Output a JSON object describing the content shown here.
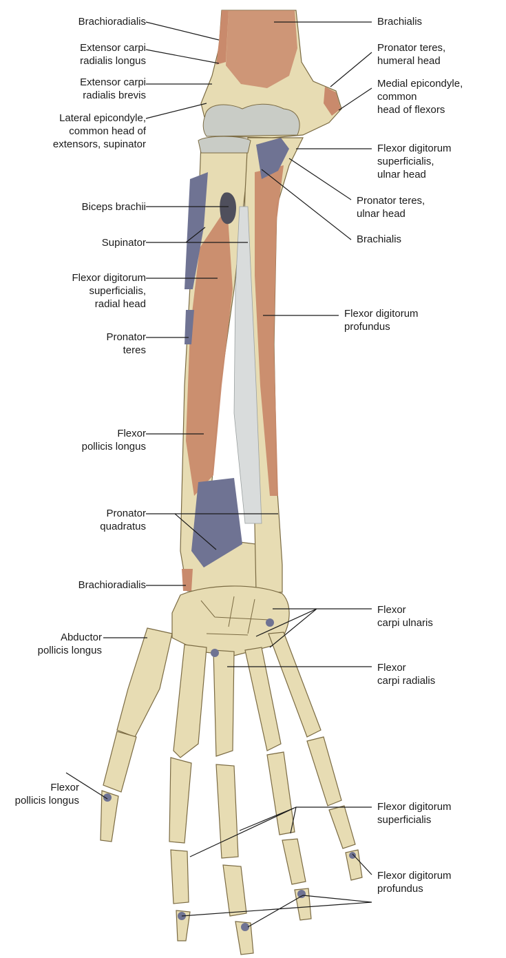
{
  "colors": {
    "bone": "#e7dcb3",
    "bone_shadow": "#b9a97a",
    "bone_outline": "#7a6a42",
    "muscle": "#c98a6c",
    "muscle_dark": "#a8644a",
    "origin_blue": "#6f7393",
    "membrane": "#d9dcdc",
    "cartilage": "#c9ccc6",
    "leader": "#1a1a1a"
  },
  "labels": {
    "brachioradialis_top": "Brachioradialis",
    "ecrl": "Extensor carpi\nradialis longus",
    "ecrb": "Extensor carpi\nradialis brevis",
    "lateral_epicondyle": "Lateral epicondyle,\ncommon head of\nextensors, supinator",
    "biceps": "Biceps brachii",
    "supinator": "Supinator",
    "fds_radial": "Flexor digitorum\nsuperficialis,\nradial head",
    "pronator_teres_left": "Pronator\nteres",
    "fpl_upper": "Flexor\npollicis longus",
    "pronator_quadratus": "Pronator\nquadratus",
    "brachioradialis_bottom": "Brachioradialis",
    "apl": "Abductor\npollicis longus",
    "fpl_lower": "Flexor\npollicis longus",
    "brachialis_top": "Brachialis",
    "pt_humeral": "Pronator teres,\nhumeral head",
    "medial_epicondyle": "Medial epicondyle,\ncommon\nhead of flexors",
    "fds_ulnar": "Flexor digitorum\nsuperficialis,\nulnar head",
    "pt_ulnar": "Pronator teres,\nulnar head",
    "brachialis_mid": "Brachialis",
    "fdp_upper": "Flexor digitorum\nprofundus",
    "fcu": "Flexor\ncarpi ulnaris",
    "fcr": "Flexor\ncarpi radialis",
    "fds_lower": "Flexor digitorum\nsuperficialis",
    "fdp_lower": "Flexor digitorum\nprofundus"
  }
}
